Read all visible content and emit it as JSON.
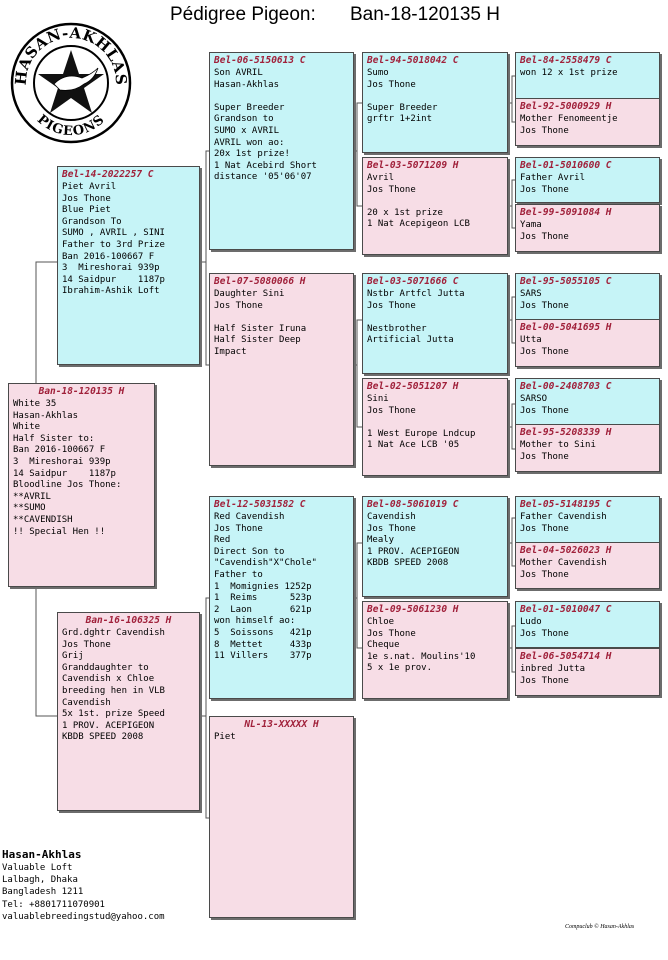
{
  "header": {
    "label": "Pédigree Pigeon:",
    "ring": "Ban-18-120135 H"
  },
  "logo": {
    "top_text": "HASAN-AKHLAS",
    "bottom_text": "PIGEONS"
  },
  "cards": {
    "subject": {
      "ring": "Ban-18-120135 H",
      "body": "White 35\nHasan-Akhlas\nWhite\nHalf Sister to:\nBan 2016-100667 F\n3  Mireshorai 939p\n14 Saidpur    1187p\nBloodline Jos Thone:\n**AVRIL\n**SUMO\n**CAVENDISH\n!! Special Hen !!"
    },
    "sire": {
      "ring": "Bel-14-2022257 C",
      "body": "Piet Avril\nJos Thone\nBlue Piet\nGrandson To\nSUMO , AVRIL , SINI\nFather to 3rd Prize\nBan 2016-100667 F\n3  Mireshorai 939p\n14 Saidpur    1187p\nIbrahim-Ashik Loft"
    },
    "dam": {
      "ring": "Ban-16-106325 H",
      "body": "Grd.dghtr Cavendish\nJos Thone\nGrij\nGranddaughter to\nCavendish x Chloe\nbreeding hen in VLB\nCavendish\n5x 1st. prize Speed\n1 PROV. ACEPIGEON\nKBDB SPEED 2008"
    },
    "ss": {
      "ring": "Bel-06-5150613 C",
      "body": "Son AVRIL\nHasan-Akhlas\n\nSuper Breeder\nGrandson to\nSUMO x AVRIL\nAVRIL won ao:\n20x 1st prize!\n1 Nat Acebird Short\ndistance '05'06'07"
    },
    "sd": {
      "ring": "Bel-07-5080066 H",
      "body": "Daughter Sini\nJos Thone\n\nHalf Sister Iruna\nHalf Sister Deep\nImpact"
    },
    "ds": {
      "ring": "Bel-12-5031582 C",
      "body": "Red Cavendish\nJos Thone\nRed\nDirect Son to\n\"Cavendish\"X\"Chole\"\nFather to\n1  Momignies 1252p\n1  Reims      523p\n2  Laon       621p\nwon himself ao:\n5  Soissons   421p\n8  Mettet     433p\n11 Villers    377p"
    },
    "dd": {
      "ring": "NL-13-XXXXX H",
      "body": "Piet"
    },
    "sss": {
      "ring": "Bel-94-5018042 C",
      "body": "Sumo\nJos Thone\n\nSuper Breeder\ngrftr 1+2int"
    },
    "ssd": {
      "ring": "Bel-03-5071209 H",
      "body": "Avril\nJos Thone\n\n20 x 1st prize\n1 Nat Acepigeon LCB"
    },
    "sds": {
      "ring": "Bel-03-5071666 C",
      "body": "Nstbr Artfcl Jutta\nJos Thone\n\nNestbrother\nArtificial Jutta"
    },
    "sdd": {
      "ring": "Bel-02-5051207 H",
      "body": "Sini\nJos Thone\n\n1 West Europe Lndcup\n1 Nat Ace LCB '05"
    },
    "dss": {
      "ring": "Bel-08-5061019 C",
      "body": "Cavendish\nJos Thone\nMealy\n1 PROV. ACEPIGEON\nKBDB SPEED 2008"
    },
    "dsd": {
      "ring": "Bel-09-5061230 H",
      "body": "Chloe\nJos Thone\nCheque\n1e s.nat. Moulins'10\n5 x 1e prov."
    },
    "g1": {
      "ring": "Bel-84-2558479 C",
      "body": "won 12 x 1st prize"
    },
    "g2": {
      "ring": "Bel-92-5000929 H",
      "body": "Mother Fenomeentje\nJos Thone"
    },
    "g3": {
      "ring": "Bel-01-5010600 C",
      "body": "Father Avril\nJos Thone"
    },
    "g4": {
      "ring": "Bel-99-5091084 H",
      "body": "Yama\nJos Thone"
    },
    "g5": {
      "ring": "Bel-95-5055105 C",
      "body": "SARS\nJos Thone"
    },
    "g6": {
      "ring": "Bel-00-5041695 H",
      "body": "Utta\nJos Thone"
    },
    "g7": {
      "ring": "Bel-00-2408703 C",
      "body": "SARSO\nJos Thone"
    },
    "g8": {
      "ring": "Bel-95-5208339 H",
      "body": "Mother to Sini\nJos Thone"
    },
    "g9": {
      "ring": "Bel-05-5148195 C",
      "body": "Father Cavendish\nJos Thone"
    },
    "g10": {
      "ring": "Bel-04-5026023 H",
      "body": "Mother Cavendish\nJos Thone"
    },
    "g11": {
      "ring": "Bel-01-5010047 C",
      "body": "Ludo\nJos Thone"
    },
    "g12": {
      "ring": "Bel-06-5054714 H",
      "body": "inbred Jutta\nJos Thone"
    }
  },
  "footer": {
    "name": "Hasan-Akhlas",
    "address": "Valuable Loft\nLalbagh, Dhaka\nBangladesh 1211\nTel: +8801711070901\nvaluablebreedingstud@yahoo.com"
  },
  "credit": "Compuclub © Hasan-Akhlas",
  "colors": {
    "male_card": "#c6f4f7",
    "female_card": "#f7dde6",
    "ring_text": "#a0203a"
  }
}
